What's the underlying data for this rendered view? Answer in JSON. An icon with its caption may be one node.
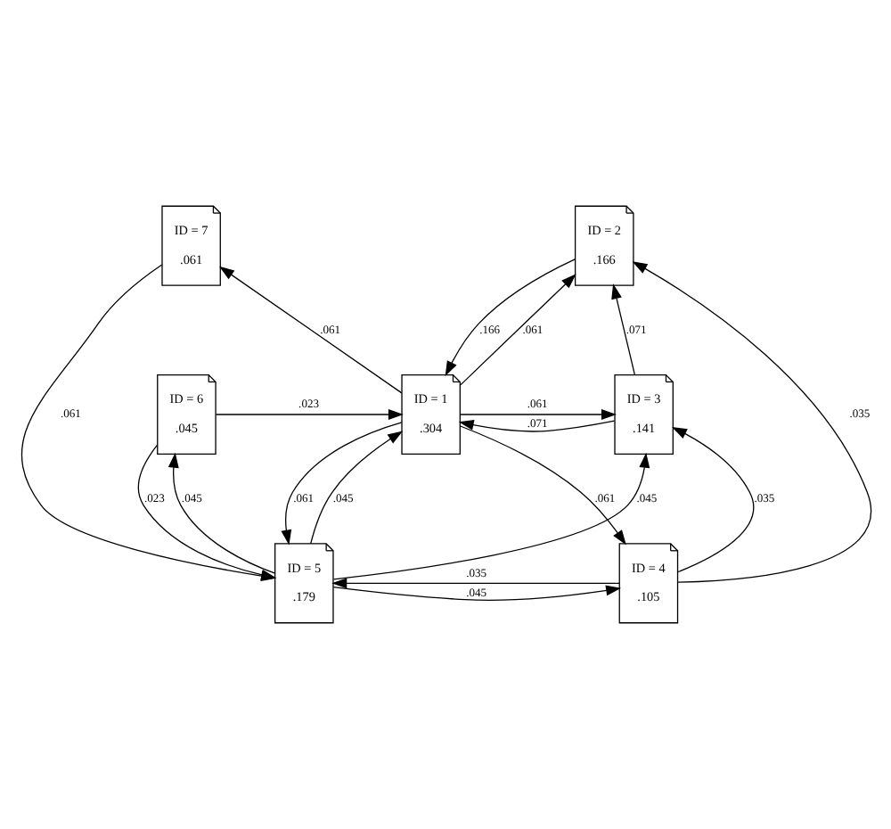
{
  "diagram": {
    "nodes": [
      {
        "text": [
          "ID = 7",
          ".061"
        ]
      },
      {
        "text": [
          "ID = 2",
          ".166"
        ]
      },
      {
        "text": [
          "ID = 6",
          ".045"
        ]
      },
      {
        "text": [
          "ID = 1",
          ".304"
        ]
      },
      {
        "text": [
          "ID = 3",
          ".141"
        ]
      },
      {
        "text": [
          "ID = 5",
          ".179"
        ]
      },
      {
        "text": [
          "ID = 4",
          ".105"
        ]
      }
    ],
    "edges": [
      {
        "from": 3,
        "to": 0,
        "arrow": "to",
        "label": ".061"
      },
      {
        "from": 3,
        "to": 1,
        "arrow": "to",
        "label": ".061"
      },
      {
        "from": 1,
        "to": 3,
        "arrow": "to",
        "label": ".166"
      },
      {
        "from": 6,
        "to": 1,
        "arrow": "to",
        "label": ".035"
      },
      {
        "from": 4,
        "to": 1,
        "arrow": "to",
        "label": ".071"
      },
      {
        "from": 2,
        "to": 3,
        "arrow": "to",
        "label": ".023"
      },
      {
        "from": 3,
        "to": 4,
        "arrow": "to",
        "label": ".061"
      },
      {
        "from": 4,
        "to": 3,
        "arrow": "to",
        "label": ".071"
      },
      {
        "from": 0,
        "to": 5,
        "arrow": "to",
        "label": ".061"
      },
      {
        "from": 5,
        "to": 2,
        "arrow": "to",
        "label": ".045"
      },
      {
        "from": 5,
        "to": 3,
        "arrow": "to",
        "label": ".045"
      },
      {
        "from": 3,
        "to": 5,
        "arrow": "to",
        "label": ".061"
      },
      {
        "from": 2,
        "to": 5,
        "arrow": "to",
        "label": ".023"
      },
      {
        "from": 3,
        "to": 6,
        "arrow": "to",
        "label": ".061"
      },
      {
        "from": 5,
        "to": 4,
        "arrow": "to",
        "label": ".045"
      },
      {
        "from": 6,
        "to": 5,
        "arrow": "to",
        "label": ".035"
      },
      {
        "from": 5,
        "to": 6,
        "arrow": "to",
        "label": ".045"
      },
      {
        "from": 6,
        "to": 4,
        "arrow": "to",
        "label": ".035"
      }
    ]
  }
}
